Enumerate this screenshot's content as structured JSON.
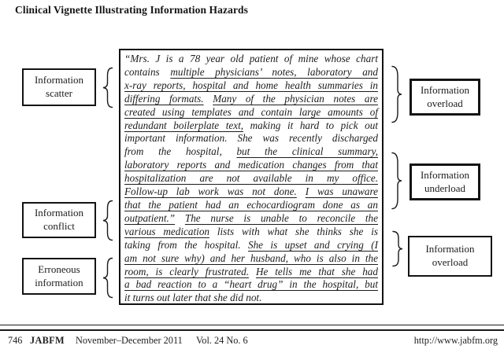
{
  "title": "Clinical Vignette Illustrating Information Hazards",
  "left_labels": [
    "Information scatter",
    "Information conflict",
    "Erroneous information"
  ],
  "right_labels": [
    "Information overload",
    "Information underload",
    "Information overload"
  ],
  "vignette": {
    "lines": [
      {
        "segments": [
          {
            "t": "“Mrs. J is a 78 year old patient of mine whose chart"
          }
        ]
      },
      {
        "segments": [
          {
            "t": "contains "
          },
          {
            "t": "multiple physicians’ notes, laboratory and",
            "u": true
          }
        ]
      },
      {
        "segments": [
          {
            "t": "x-ray reports, hospital and home health summaries in",
            "u": true
          }
        ]
      },
      {
        "segments": [
          {
            "t": "differing formats.",
            "u": true
          },
          {
            "t": " "
          },
          {
            "t": "Many of the physician notes are",
            "u": true
          }
        ]
      },
      {
        "segments": [
          {
            "t": "created using templates and contain large amounts of",
            "u": true
          }
        ]
      },
      {
        "segments": [
          {
            "t": "redundant boilerplate text,",
            "u": true
          },
          {
            "t": " making it hard to pick out"
          }
        ]
      },
      {
        "segments": [
          {
            "t": "important information. She was recently discharged"
          }
        ]
      },
      {
        "segments": [
          {
            "t": "from the hospital, "
          },
          {
            "t": "but the clinical summary,",
            "u": true
          }
        ]
      },
      {
        "segments": [
          {
            "t": "laboratory reports and medication changes from that",
            "u": true
          }
        ]
      },
      {
        "segments": [
          {
            "t": "hospitalization are not available in my office.",
            "u": true
          }
        ]
      },
      {
        "segments": [
          {
            "t": "Follow-up lab work was not done.",
            "u": true
          },
          {
            "t": " "
          },
          {
            "t": "I was unaware",
            "u": true
          }
        ]
      },
      {
        "segments": [
          {
            "t": "that the patient had an echocardiogram done as an",
            "u": true
          }
        ]
      },
      {
        "segments": [
          {
            "t": "outpatient.”",
            "u": true
          },
          {
            "t": " "
          },
          {
            "t": "The nurse is unable to reconcile the",
            "u": true
          }
        ]
      },
      {
        "segments": [
          {
            "t": "various medication",
            "u": true
          },
          {
            "t": " lists with what she thinks she is"
          }
        ]
      },
      {
        "segments": [
          {
            "t": "taking from the hospital. "
          },
          {
            "t": "She is upset and crying (I",
            "u": true
          }
        ]
      },
      {
        "segments": [
          {
            "t": "am not sure why) and her husband, who is also in the",
            "u": true
          }
        ]
      },
      {
        "segments": [
          {
            "t": "room, is clearly frustrated.",
            "u": true
          },
          {
            "t": " "
          },
          {
            "t": "He tells me that she had",
            "u": true
          }
        ]
      },
      {
        "segments": [
          {
            "t": "a bad reaction to a “heart drug” in the hospital, but",
            "u": true
          }
        ]
      },
      {
        "last": true,
        "segments": [
          {
            "t": "it turns out later that she did not."
          }
        ]
      }
    ]
  },
  "footer": {
    "page_number": "746",
    "journal_abbrev": "JABFM",
    "issue": "November–December 2011",
    "volume_no": "Vol. 24 No. 6",
    "url": "http://www.jabfm.org"
  },
  "colors": {
    "ink": "#1c1c1c",
    "border": "#141414",
    "background": "#ffffff"
  }
}
